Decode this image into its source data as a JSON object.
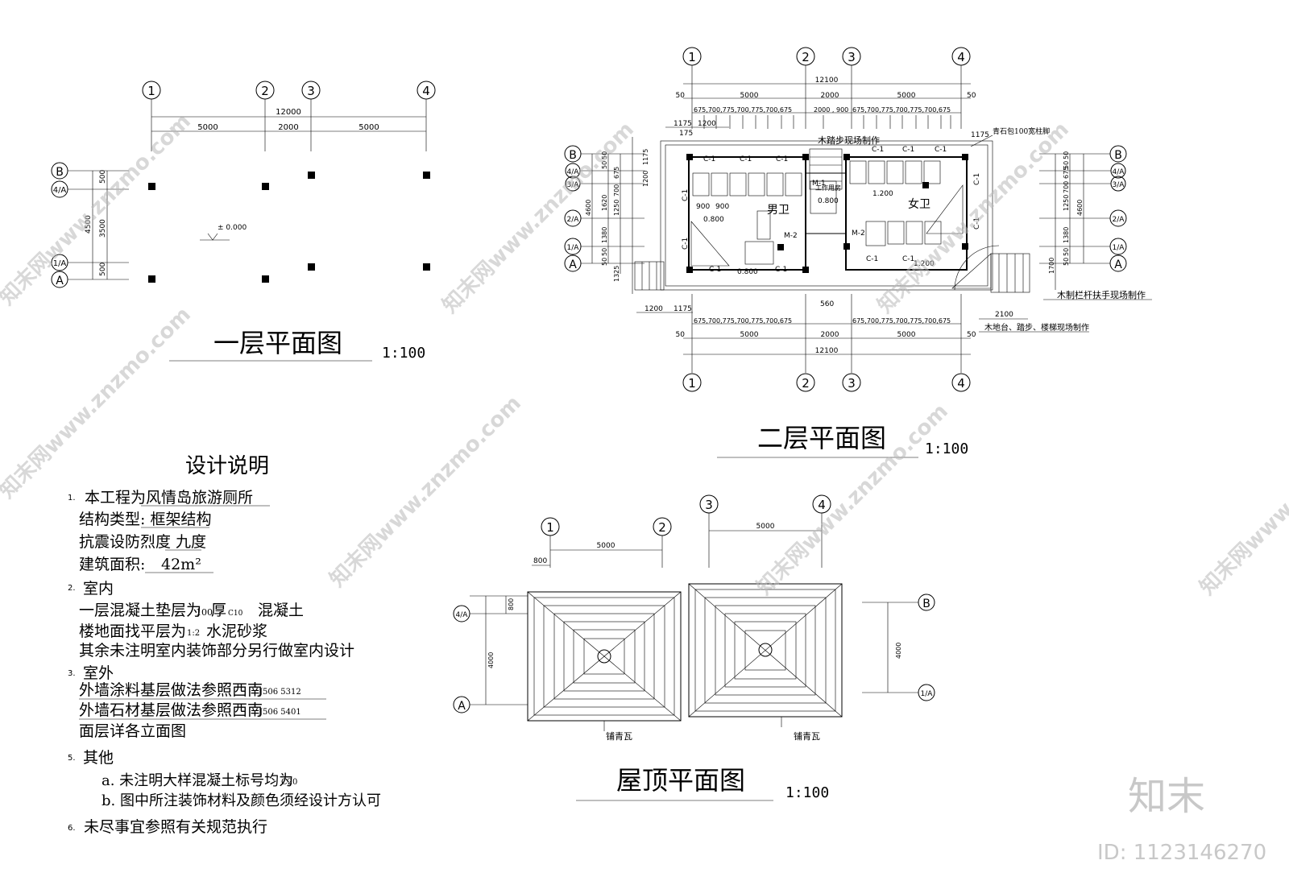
{
  "plan1": {
    "title": "一层平面图",
    "scale": "1:100",
    "axes_top": [
      "1",
      "2",
      "3",
      "4"
    ],
    "axes_left": [
      "B",
      "4/A",
      "1/A",
      "A"
    ],
    "dim_total": "12000",
    "dims_segments": [
      "5000",
      "2000",
      "5000"
    ],
    "dims_left": [
      "500",
      "3500",
      "500"
    ],
    "dim_left_total": "4500",
    "level": "± 0.000"
  },
  "plan2": {
    "title": "二层平面图",
    "scale": "1:100",
    "axes": [
      "1",
      "2",
      "3",
      "4"
    ],
    "axes_left": [
      "B",
      "4/A",
      "3/A",
      "2/A",
      "1/A",
      "A"
    ],
    "axes_right": [
      "B",
      "4/A",
      "3/A",
      "2/A",
      "1/A",
      "A"
    ],
    "dim_total": "12100",
    "dims_segments": [
      "5000",
      "2000",
      "5000"
    ],
    "dim_edge": "50",
    "top_detail": "675,700,775,700,775,700,675",
    "mid_detail": "2000 , 900",
    "bottom_detail": "675,700,775,700,775,700,675",
    "dims_left_upper": [
      "1175",
      "1200"
    ],
    "dim_175": "175",
    "dim_1175": "1175",
    "left_stack": [
      "50",
      "50",
      "675",
      "700",
      "1250",
      "1620",
      "1380",
      "50",
      "50"
    ],
    "left_total": "4600",
    "left_vertical": [
      "1175",
      "1200",
      "1325"
    ],
    "right_stack": [
      "50",
      "50",
      "675",
      "700",
      "1250",
      "1380",
      "50",
      "50",
      "1700"
    ],
    "right_total": "4600",
    "bottom_left": [
      "1200",
      "1175"
    ],
    "dim_560": "560",
    "dim_2100": "2100",
    "rooms": {
      "male": "男卫",
      "female": "女卫",
      "tool": "工作用房"
    },
    "labels": {
      "c1": "C-1",
      "m1": "M-1",
      "m2": "M-2",
      "d800": "0.800",
      "d1200": "1.200",
      "d900": "900",
      "stair_top": "木踏步现场制作",
      "column_base": "青石包100宽柱脚",
      "railing": "木制栏杆扶手现场制作",
      "platform": "木地台、踏步、楼梯现场制作"
    }
  },
  "roof": {
    "title": "屋顶平面图",
    "scale": "1:100",
    "axes_left": [
      "1",
      "2"
    ],
    "axes_right": [
      "3",
      "4"
    ],
    "dim_left": "5000",
    "dim_right": "5000",
    "dim_800_top": "800",
    "dim_800_side": "800",
    "dim_4000": "4000",
    "side_left": [
      "4/A",
      "A"
    ],
    "side_right": [
      "B",
      "1/A"
    ],
    "tile_label": "铺青瓦"
  },
  "notes": {
    "heading": "设计说明",
    "n1_num": "1.",
    "n1_a": "本工程为风情岛旅游厕所",
    "n1_b": "结构类型: 框架结构",
    "n1_c": "抗震设防烈度 九度",
    "n1_d_label": "建筑面积:",
    "n1_d_value": "42m²",
    "n2_num": "2.",
    "n2_title": "室内",
    "n2_a_pre": "一层混凝土垫层为",
    "n2_a_small1": "100",
    "n2_a_mid": "厚",
    "n2_a_small2": "C10",
    "n2_a_post": "混凝土",
    "n2_b_pre": "楼地面找平层为",
    "n2_b_small": "1:2",
    "n2_b_post": "水泥砂浆",
    "n2_c": "其余未注明室内装饰部分另行做室内设计",
    "n3_num": "3.",
    "n3_title": "室外",
    "n3_a": "外墙涂料基层做法参照西南",
    "n3_a_small": "J506 5312",
    "n3_b": "外墙石材基层做法参照西南",
    "n3_b_small": "J506 5401",
    "n3_c": "面层详各立面图",
    "n5_num": "5.",
    "n5_title": "其他",
    "n5_a_pre": "a. 未注明大样混凝土标号均为",
    "n5_a_small": "C20",
    "n5_b": "b. 图中所注装饰材料及颜色须经设计方认可",
    "n6_num": "6.",
    "n6": "未尽事宜参照有关规范执行"
  },
  "watermark": {
    "text": "知末网www.znzmo.com",
    "brand": "知末",
    "id": "ID: 1123146270"
  }
}
